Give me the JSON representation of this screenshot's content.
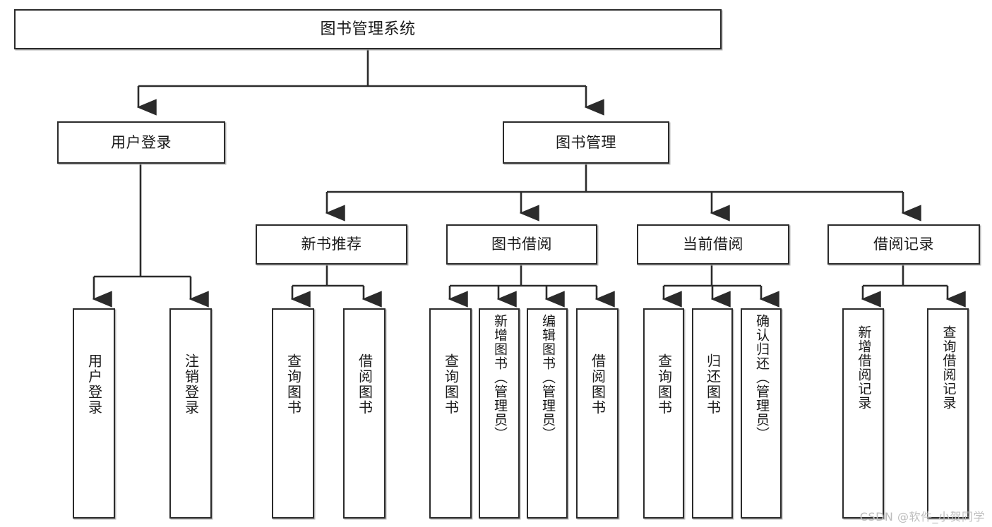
{
  "diagram": {
    "type": "tree",
    "title": "图书管理系统",
    "watermark": "CSDN @软件_小贺同学",
    "colors": {
      "node_border": "#2b2b2b",
      "node_fill": "#ffffff",
      "edge": "#2b2b2b",
      "text": "#1a1a1a",
      "watermark": "#bdbdbd",
      "background": "#ffffff"
    },
    "nodes": {
      "root": {
        "label": "图书管理系统"
      },
      "level1": [
        {
          "id": "user-login",
          "label": "用户登录"
        },
        {
          "id": "book-manage",
          "label": "图书管理"
        }
      ],
      "level2": [
        {
          "id": "new-book-recommend",
          "label": "新书推荐",
          "parent": "book-manage"
        },
        {
          "id": "book-borrow",
          "label": "图书借阅",
          "parent": "book-manage"
        },
        {
          "id": "current-borrow",
          "label": "当前借阅",
          "parent": "book-manage"
        },
        {
          "id": "borrow-record",
          "label": "借阅记录",
          "parent": "book-manage"
        }
      ],
      "leaves": {
        "user-login": [
          {
            "id": "leaf-user-login",
            "label": "用户登录"
          },
          {
            "id": "leaf-user-logout",
            "label": "注销登录"
          }
        ],
        "new-book-recommend": [
          {
            "id": "leaf-query-book-1",
            "label": "查询图书"
          },
          {
            "id": "leaf-borrow-book-1",
            "label": "借阅图书"
          }
        ],
        "book-borrow": [
          {
            "id": "leaf-query-book-2",
            "label": "查询图书"
          },
          {
            "id": "leaf-add-book",
            "label": "新增图书（管理员）"
          },
          {
            "id": "leaf-edit-book",
            "label": "编辑图书（管理员）"
          },
          {
            "id": "leaf-borrow-book-2",
            "label": "借阅图书"
          }
        ],
        "current-borrow": [
          {
            "id": "leaf-query-book-3",
            "label": "查询图书"
          },
          {
            "id": "leaf-return-book",
            "label": "归还图书"
          },
          {
            "id": "leaf-confirm-return",
            "label": "确认归还（管理员）"
          }
        ],
        "borrow-record": [
          {
            "id": "leaf-add-record",
            "label": "新增借阅记录"
          },
          {
            "id": "leaf-query-record",
            "label": "查询借阅记录"
          }
        ]
      }
    }
  }
}
